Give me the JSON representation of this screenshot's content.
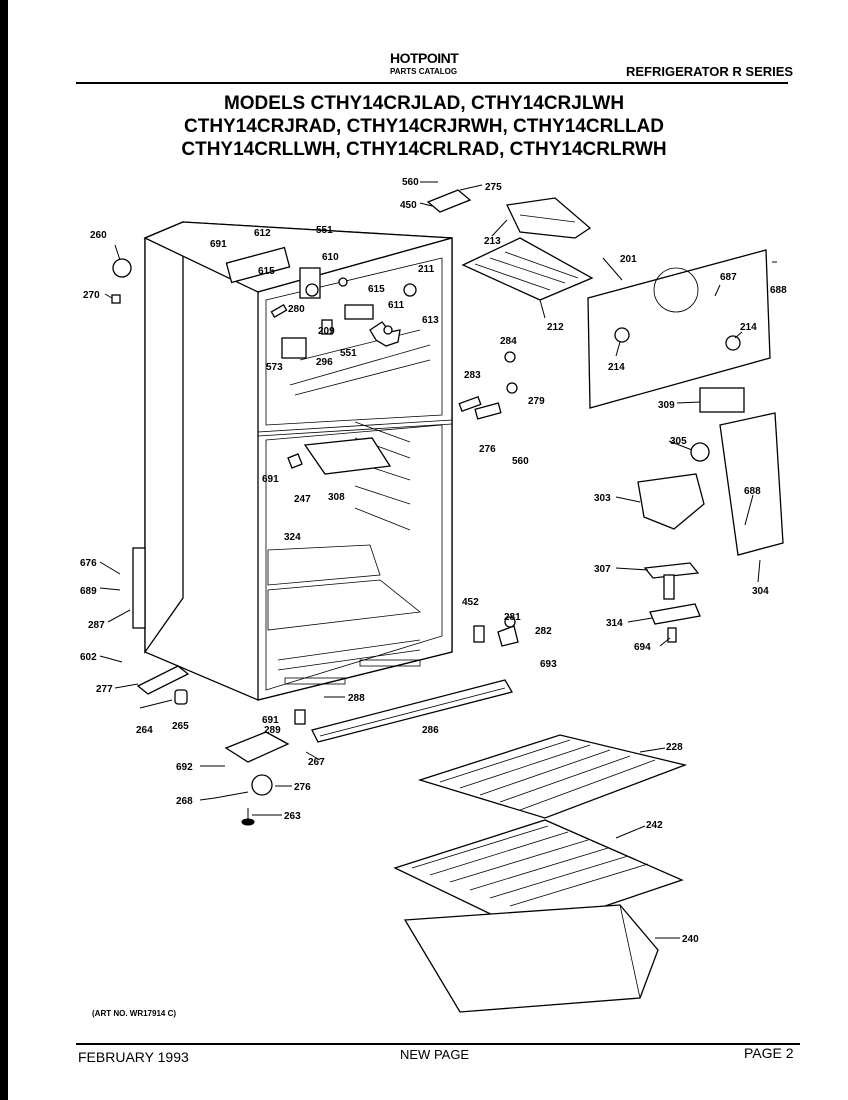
{
  "header": {
    "brand": "HOTPOINT",
    "catalog": "PARTS CATALOG",
    "series": "REFRIGERATOR  R  SERIES"
  },
  "models": [
    "MODELS CTHY14CRJLAD, CTHY14CRJLWH",
    "CTHY14CRJRAD, CTHY14CRJRWH, CTHY14CRLLAD",
    "CTHY14CRLLWH, CTHY14CRLRAD, CTHY14CRLRWH"
  ],
  "art_no": "(ART NO. WR17914 C)",
  "footer": {
    "date": "FEBRUARY 1993",
    "note": "NEW PAGE",
    "page": "PAGE 2"
  },
  "callouts": {
    "c560a": "560",
    "c275": "275",
    "c450": "450",
    "c213": "213",
    "c212": "212",
    "c260": "260",
    "c270": "270",
    "c691a": "691",
    "c612": "612",
    "c551a": "551",
    "c610": "610",
    "c615a": "615",
    "c615b": "615",
    "c211": "211",
    "c280": "280",
    "c611": "611",
    "c209": "209",
    "c613": "613",
    "c573": "573",
    "c296": "296",
    "c551b": "551",
    "c201": "201",
    "c687": "687",
    "c688a": "688",
    "c214a": "214",
    "c214b": "214",
    "c284": "284",
    "c283": "283",
    "c279": "279",
    "c276a": "276",
    "c560b": "560",
    "c309": "309",
    "c305": "305",
    "c691b": "691",
    "c247": "247",
    "c308": "308",
    "c324": "324",
    "c303": "303",
    "c688b": "688",
    "c307": "307",
    "c304": "304",
    "c676": "676",
    "c689": "689",
    "c287": "287",
    "c602": "602",
    "c277": "277",
    "c452": "452",
    "c281": "281",
    "c282": "282",
    "c693": "693",
    "c314": "314",
    "c694": "694",
    "c288": "288",
    "c264": "264",
    "c265": "265",
    "c691c": "691",
    "c289": "289",
    "c286": "286",
    "c267": "267",
    "c228": "228",
    "c692": "692",
    "c276b": "276",
    "c268": "268",
    "c263": "263",
    "c242": "242",
    "c240": "240"
  }
}
